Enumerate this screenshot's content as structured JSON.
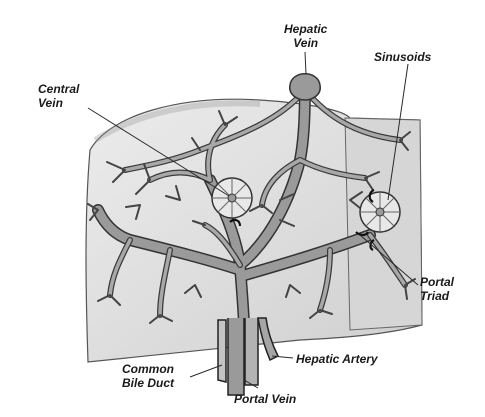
{
  "labels": {
    "hepatic_vein": [
      "Hepatic",
      "Vein"
    ],
    "sinusoids": "Sinusoids",
    "central_vein": [
      "Central",
      "Vein"
    ],
    "portal_triad": [
      "Portal",
      "Triad"
    ],
    "hepatic_artery": "Hepatic Artery",
    "common_bile_duct": [
      "Common",
      "Bile Duct"
    ],
    "portal_vein": "Portal Vein"
  },
  "colors": {
    "tissue": "#e2e2e2",
    "tissue_shadow": "#bdbdbd",
    "vessel": "#8c8c8c",
    "vessel_outline": "#3a3a3a",
    "label_text": "#1a1a1a",
    "leader_line": "#2a2a2a"
  }
}
